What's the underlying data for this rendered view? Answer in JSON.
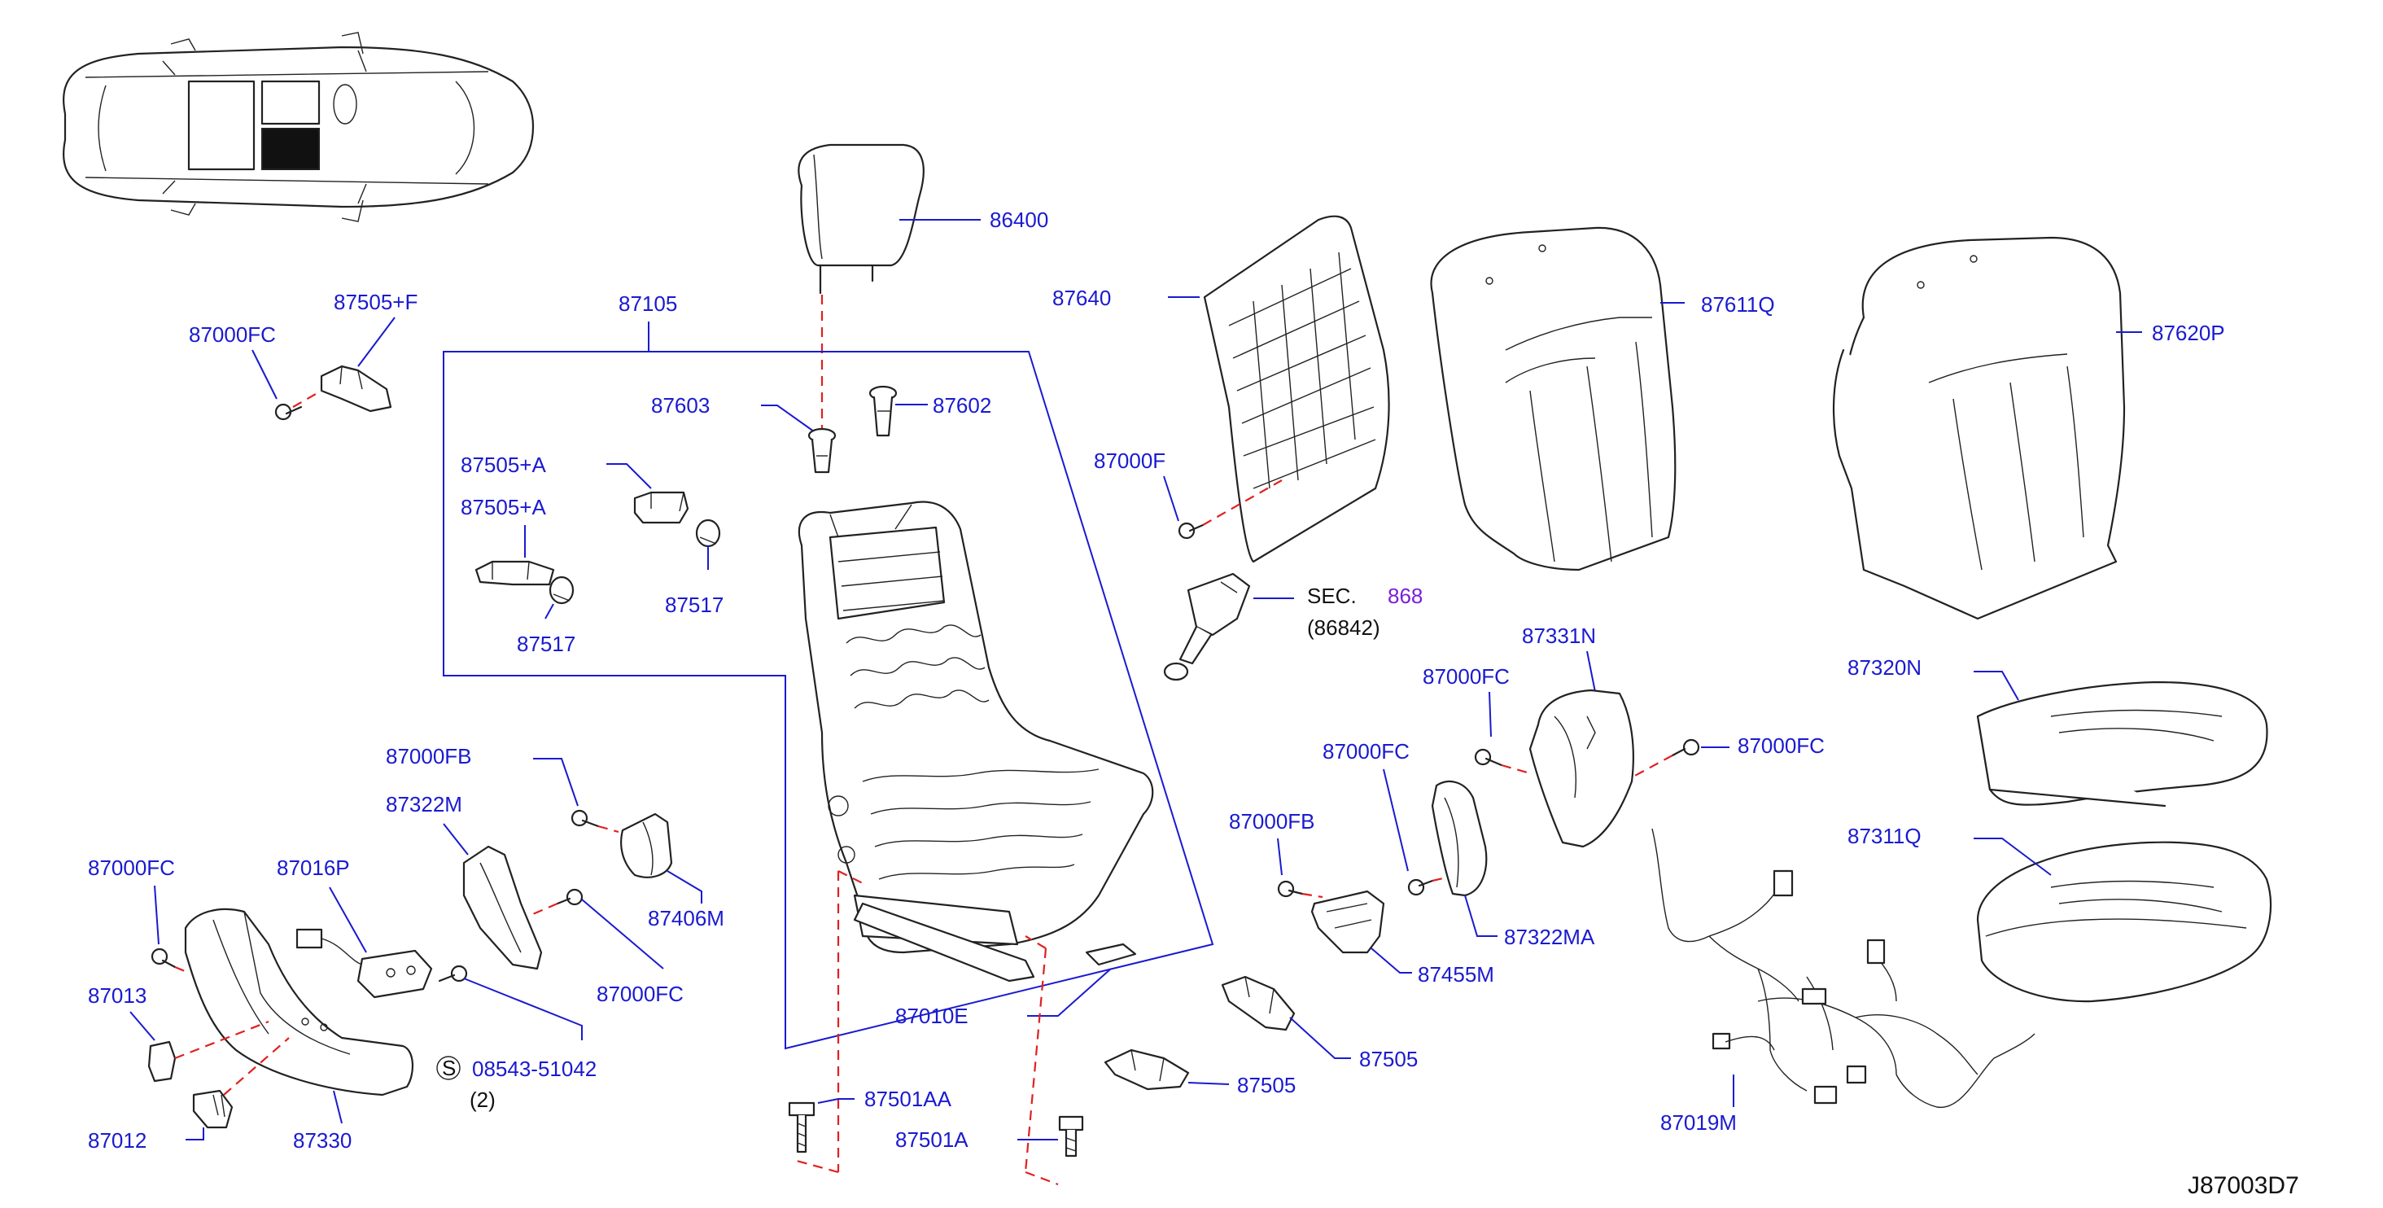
{
  "diagram_id": "J87003D7",
  "colors": {
    "label": "#1a1ad0",
    "leader": "#1a1ad0",
    "dashed": "#e02020",
    "sec_ref": "#7a1fd6",
    "outline": "#222222"
  },
  "labels": {
    "p86400": "86400",
    "p87105": "87105",
    "p87505F": "87505+F",
    "p87000FC_a": "87000FC",
    "p87603": "87603",
    "p87602": "87602",
    "p87505A_1": "87505+A",
    "p87505A_2": "87505+A",
    "p87517_1": "87517",
    "p87517_2": "87517",
    "p87640": "87640",
    "p87000F": "87000F",
    "p87611Q": "87611Q",
    "p87620P": "87620P",
    "sec": "SEC.",
    "sec_num": "868",
    "sec_ref": "(86842)",
    "p87331N": "87331N",
    "p87000FC_b": "87000FC",
    "p87000FC_c": "87000FC",
    "p87000FC_d": "87000FC",
    "p87320N": "87320N",
    "p87311Q": "87311Q",
    "p87000FB_a": "87000FB",
    "p87322M": "87322M",
    "p87406M": "87406M",
    "p87000FC_e": "87000FC",
    "p87016P": "87016P",
    "p87000FC_f": "87000FC",
    "p87013": "87013",
    "p87012": "87012",
    "p87330": "87330",
    "s_mark": "S",
    "p08543": "08543-51042",
    "qty2": "(2)",
    "p87000FB_b": "87000FB",
    "p87455M": "87455M",
    "p87322MA": "87322MA",
    "p87010E": "87010E",
    "p87505": "87505",
    "p87505_b": "87505",
    "p87501AA": "87501AA",
    "p87501A": "87501A",
    "p87019M": "87019M"
  },
  "icons": [
    "car-top-view-icon",
    "headrest-icon",
    "seat-frame-icon",
    "seatback-cover-icon",
    "seat-cushion-icon",
    "seat-belt-buckle-icon",
    "wiring-harness-icon",
    "bolt-icon",
    "clip-icon"
  ]
}
